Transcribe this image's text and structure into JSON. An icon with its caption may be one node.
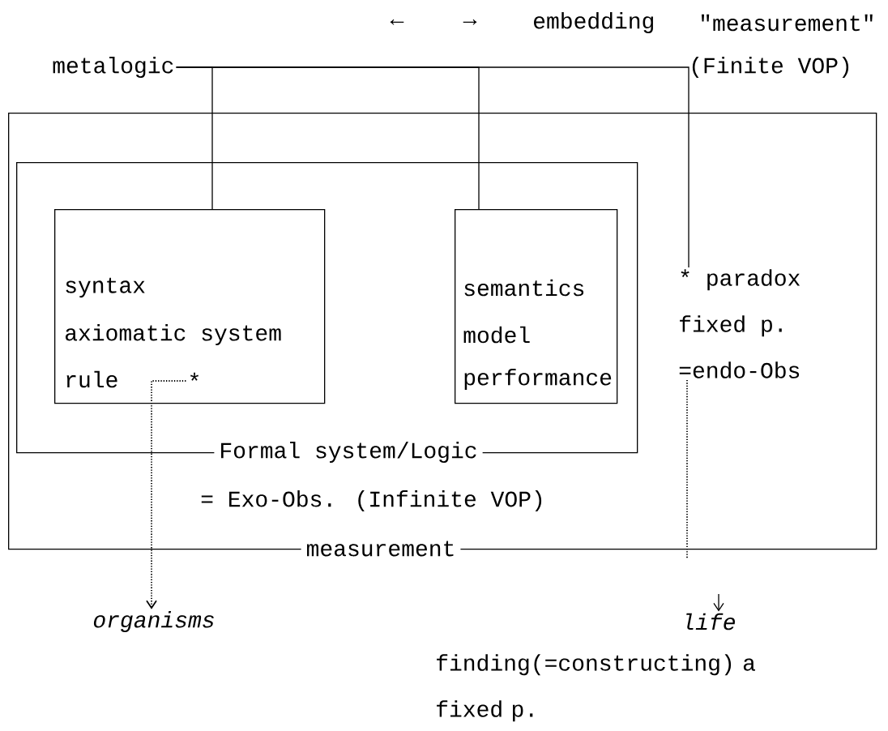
{
  "diagram": {
    "nodes": [
      {
        "text": [
          "measurement"
        ]
      },
      {
        "text": [
          "Formal system/Logic"
        ],
        "beside": [
          "= Exo-Obs. (Infinite VOP)"
        ],
        "in": 0
      },
      {
        "text": [
          "syntax",
          "axiomatic system",
          "rule"
        ],
        "in": 1
      },
      {
        "text": [
          "*"
        ],
        "in": 2
      },
      {
        "text": [
          "semantics",
          "model",
          "performance"
        ],
        "in": 1
      },
      {
        "text": [
          "* paradox",
          "fixed p.",
          "=endo-Obs"
        ],
        "in": 0
      },
      {
        "text": [
          "metalogic"
        ]
      },
      {
        "text": [
          "organisms"
        ]
      },
      {
        "text": [
          "life"
        ]
      }
    ],
    "edges": [
      {
        "from": 6,
        "to": 2,
        "arrow": "none"
      },
      {
        "from": 6,
        "to": 4,
        "arrow": "none"
      },
      {
        "from": 6,
        "to": 5,
        "arrow": "none"
      },
      {
        "from": 3,
        "to": 7,
        "arrow": "to",
        "style": "dashed"
      },
      {
        "from": 5,
        "to": null,
        "arrow": "none",
        "style": "dashed"
      },
      {
        "from": null,
        "to": 8,
        "arrow": "to"
      }
    ],
    "labels": [
      "←",
      "→",
      "embedding",
      "\"measurement\"",
      "(Finite VOP)",
      "finding(=constructing) a fixed p."
    ]
  }
}
